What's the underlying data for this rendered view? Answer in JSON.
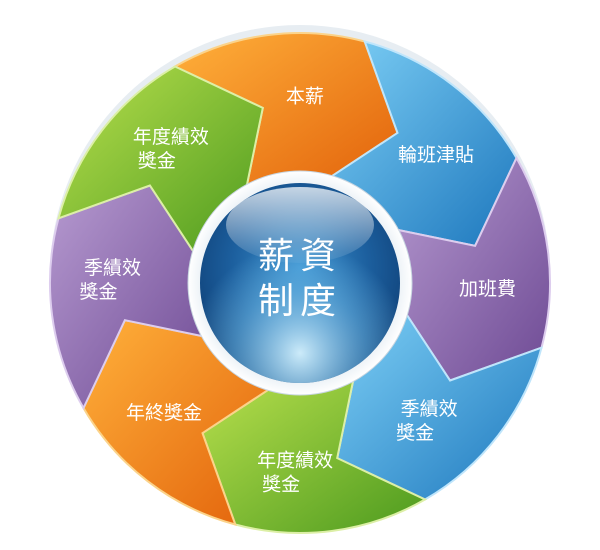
{
  "center": {
    "line1": "薪資",
    "line2": "制度"
  },
  "segments": [
    {
      "label": "本薪",
      "color": "#f07d1a"
    },
    {
      "label": "輪班津貼",
      "color": "#2f92cf"
    },
    {
      "label": "加班費",
      "color": "#8d64ac"
    },
    {
      "label": "季績效獎金",
      "color": "#2f92cf"
    },
    {
      "label": "年度績效獎金",
      "color": "#72b52e"
    },
    {
      "label": "年終獎金",
      "color": "#f07d1a"
    },
    {
      "label": "季績效獎金",
      "color": "#8d64ac"
    },
    {
      "label": "年度績效獎金",
      "color": "#72b52e"
    }
  ]
}
